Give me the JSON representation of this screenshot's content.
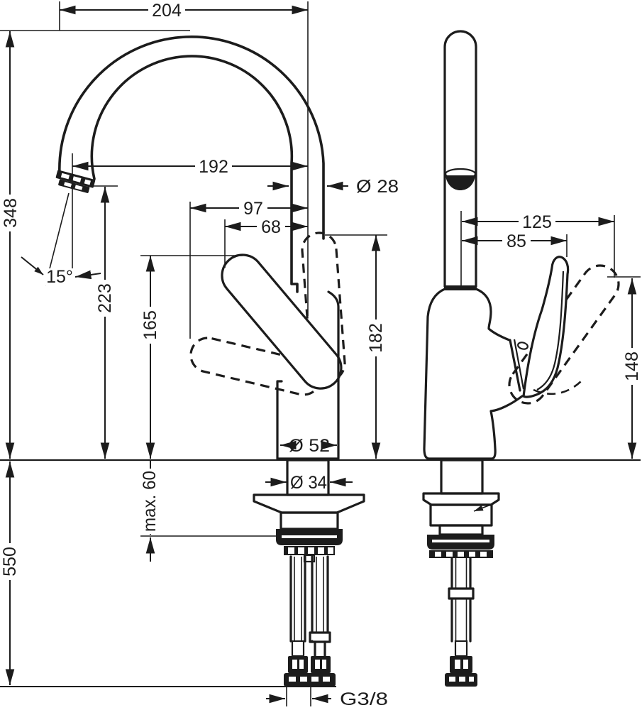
{
  "drawing": {
    "title": "faucet-dimension-drawing",
    "description_visible_views": 2,
    "colors": {
      "ink": "#1c1c1c",
      "background": "#ffffff"
    },
    "labels": {
      "d204": "204",
      "d348": "348",
      "d192": "192",
      "d28": "Ø 28",
      "d97": "97",
      "d68": "68",
      "a15": "15°",
      "d223": "223",
      "d165": "165",
      "d182": "182",
      "d52": "Ø 52",
      "d34": "Ø 34",
      "dmax60": "max. 60",
      "d550": "550",
      "d125": "125",
      "d85": "85",
      "d148": "148",
      "g38": "G3/8"
    }
  }
}
